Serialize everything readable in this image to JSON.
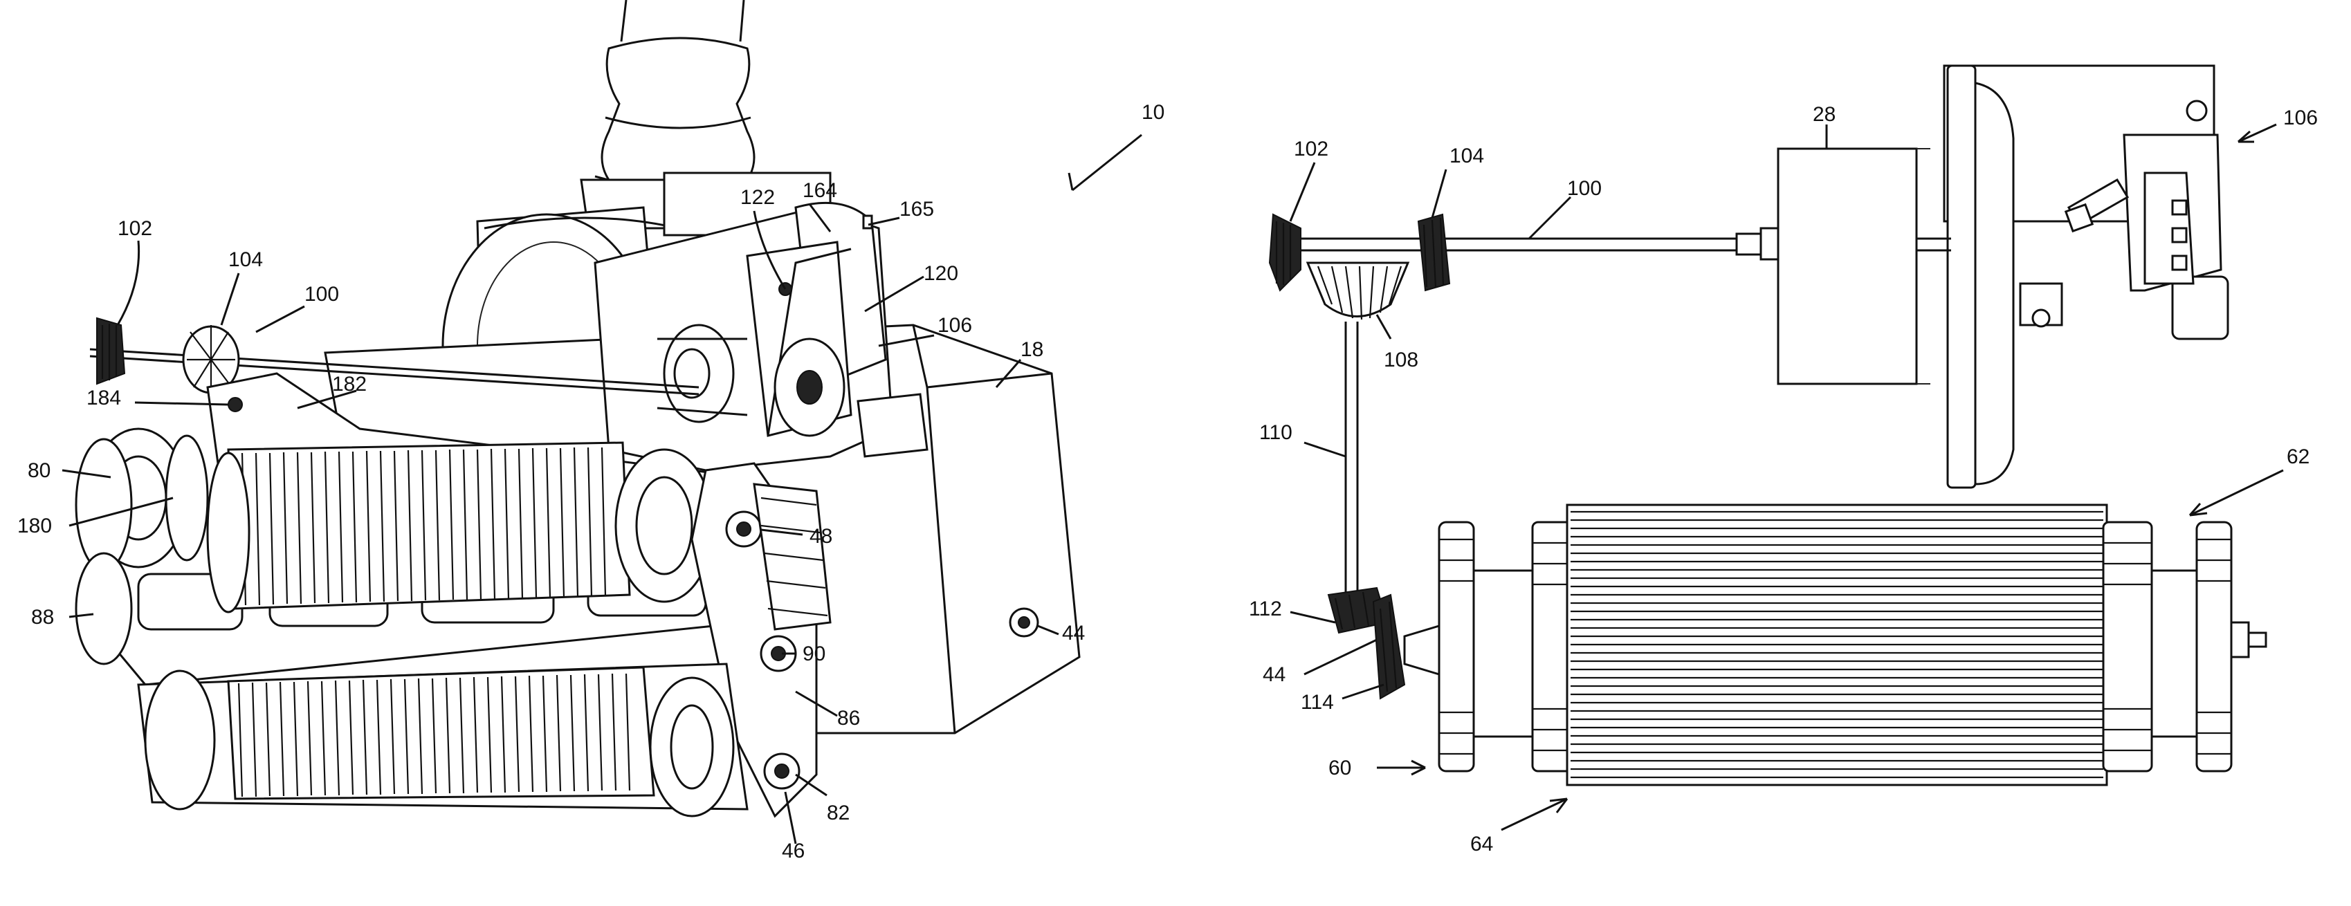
{
  "figure": {
    "left_view": {
      "labels": {
        "l10": "10",
        "l102": "102",
        "l104": "104",
        "l100": "100",
        "l122": "122",
        "l164": "164",
        "l165": "165",
        "l120": "120",
        "l106": "106",
        "l18": "18",
        "l182": "182",
        "l184": "184",
        "l80": "80",
        "l180": "180",
        "l88": "88",
        "l48": "48",
        "l90": "90",
        "l44": "44",
        "l86": "86",
        "l82": "82",
        "l46": "46"
      }
    },
    "right_view": {
      "labels": {
        "l102": "102",
        "l104": "104",
        "l100": "100",
        "l28": "28",
        "l106": "106",
        "l108": "108",
        "l110": "110",
        "l62": "62",
        "l112": "112",
        "l44": "44",
        "l114": "114",
        "l60": "60",
        "l64": "64"
      }
    }
  }
}
